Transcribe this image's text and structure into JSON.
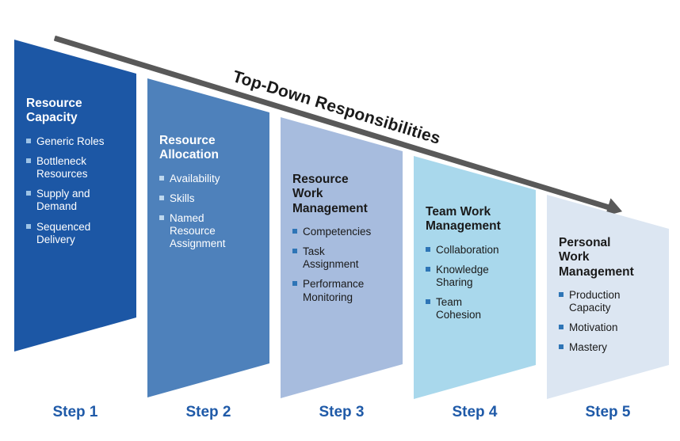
{
  "diagram": {
    "arrow_label": "Top-Down Responsibilities",
    "arrow_color": "#595959",
    "step_label_color": "#1F5AA8",
    "background": "#FFFFFF"
  },
  "steps": [
    {
      "label": "Step 1",
      "title": "Resource Capacity",
      "bullets": [
        "Generic Roles",
        "Bottleneck Resources",
        "Supply and Demand",
        "Sequenced Delivery"
      ],
      "fill": "#1C57A5",
      "text_color": "#FFFFFF",
      "bullet_color": "#9DC3E6"
    },
    {
      "label": "Step 2",
      "title": "Resource Allocation",
      "bullets": [
        "Availability",
        "Skills",
        "Named Resource Assignment"
      ],
      "fill": "#4E81BB",
      "text_color": "#FFFFFF",
      "bullet_color": "#BDD7EE"
    },
    {
      "label": "Step 3",
      "title": "Resource Work Management",
      "bullets": [
        "Competencies",
        "Task Assignment",
        "Performance Monitoring"
      ],
      "fill": "#A7BCDE",
      "text_color": "#1A1A1A",
      "bullet_color": "#2E75B6"
    },
    {
      "label": "Step 4",
      "title": "Team Work Management",
      "bullets": [
        "Collaboration",
        "Knowledge Sharing",
        "Team Cohesion"
      ],
      "fill": "#A9D8EC",
      "text_color": "#1A1A1A",
      "bullet_color": "#2E75B6"
    },
    {
      "label": "Step 5",
      "title": "Personal Work Management",
      "bullets": [
        "Production Capacity",
        "Motivation",
        "Mastery"
      ],
      "fill": "#DCE6F2",
      "text_color": "#1A1A1A",
      "bullet_color": "#2E75B6"
    }
  ]
}
